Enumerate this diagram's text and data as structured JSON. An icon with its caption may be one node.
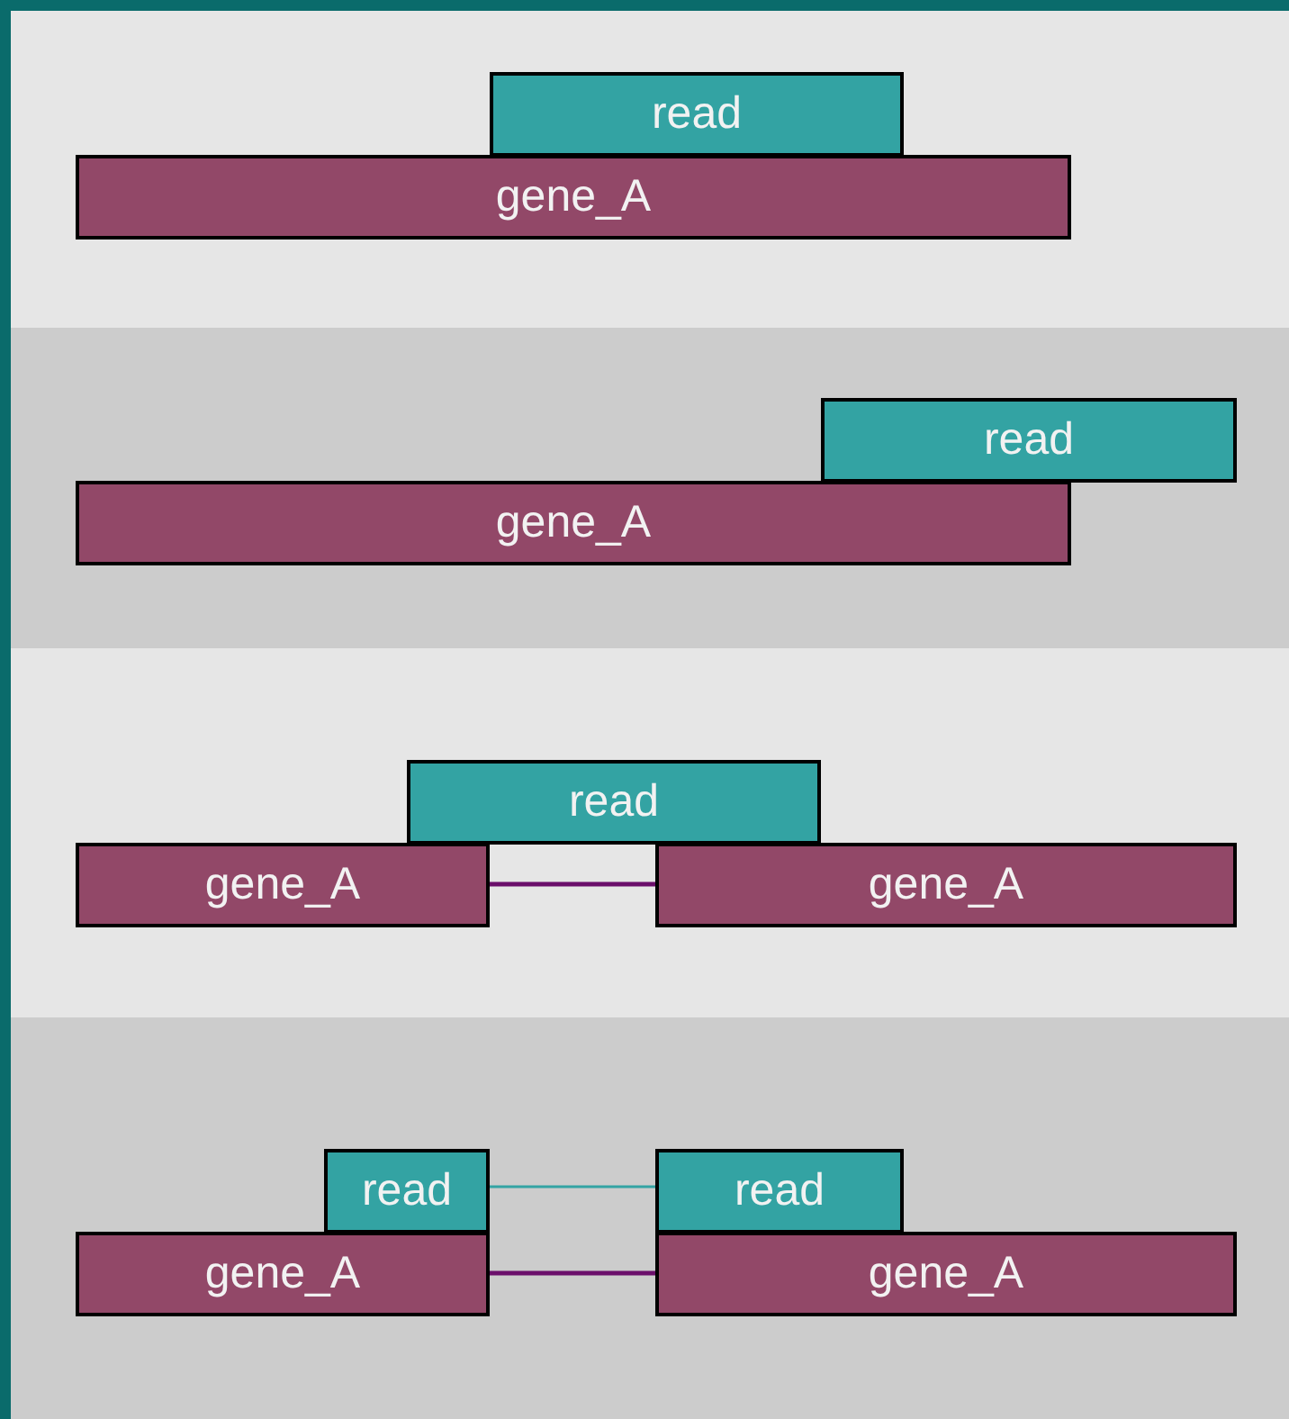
{
  "diagram": {
    "nodes": [
      {
        "text": [
          "read"
        ]
      },
      {
        "text": [
          "gene_A"
        ]
      },
      {
        "text": [
          "read"
        ]
      },
      {
        "text": [
          "gene_A"
        ]
      },
      {
        "text": [
          "read"
        ]
      },
      {
        "text": [
          "gene_A"
        ]
      },
      {
        "text": [
          "gene_A"
        ]
      },
      {
        "text": [
          "read"
        ]
      },
      {
        "text": [
          "read"
        ]
      },
      {
        "text": [
          "gene_A"
        ]
      },
      {
        "text": [
          "gene_A"
        ]
      }
    ],
    "edges": [
      {
        "from": 5,
        "to": 6,
        "arrow": "none"
      },
      {
        "from": 7,
        "to": 8,
        "arrow": "none",
        "color": "#33a3a3"
      },
      {
        "from": 9,
        "to": 10,
        "arrow": "none"
      }
    ]
  }
}
